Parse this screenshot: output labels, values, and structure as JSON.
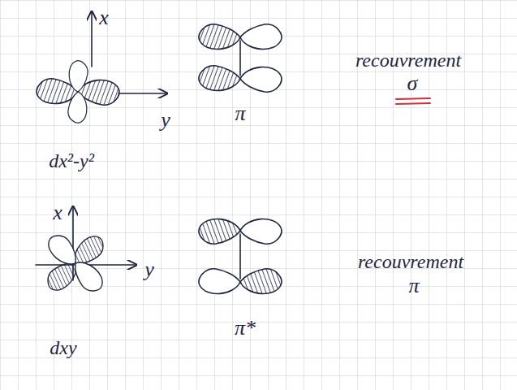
{
  "diagram": {
    "labels": [
      "x",
      "y",
      "dx²-y²",
      "π",
      "recouvrement",
      "σ",
      "x",
      "y",
      "dxy",
      "π*",
      "recouvrement",
      "π"
    ]
  }
}
